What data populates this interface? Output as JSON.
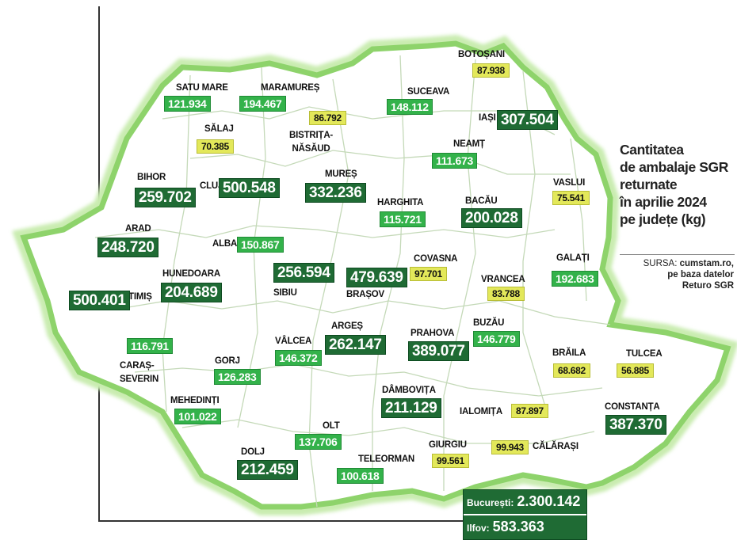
{
  "title": [
    "Cantitatea",
    "de ambalaje SGR",
    "returnate",
    "în aprilie 2024",
    "pe județe (kg)"
  ],
  "source": {
    "prefix": "SURSA: ",
    "site": "cumstam.ro,",
    "line2": "pe baza datelor",
    "line3": "Returo SGR"
  },
  "capital": [
    {
      "name": "București:",
      "value": "2.300.142"
    },
    {
      "name": "Ilfov:",
      "value": "583.363"
    }
  ],
  "colors": {
    "low": "#e3e85a",
    "mid": "#33b24a",
    "high": "#1f6b34",
    "outline": "#8ed36b",
    "border": "#c4d9b8"
  },
  "counties": [
    {
      "name": "SATU MARE",
      "value": "121.934",
      "tier": "light"
    },
    {
      "name": "MARAMUREȘ",
      "value": "194.467",
      "tier": "light"
    },
    {
      "name": "SUCEAVA",
      "value": "148.112",
      "tier": "light"
    },
    {
      "name": "BOTOȘANI",
      "value": "87.938",
      "tier": "yellow"
    },
    {
      "name": "SĂLAJ",
      "value": "70.385",
      "tier": "yellow"
    },
    {
      "name": "BISTRIȚA-NĂSĂUD",
      "value": "86.792",
      "tier": "yellow"
    },
    {
      "name": "IAȘI",
      "value": "307.504",
      "tier": "dark"
    },
    {
      "name": "NEAMȚ",
      "value": "111.673",
      "tier": "light"
    },
    {
      "name": "BIHOR",
      "value": "259.702",
      "tier": "dark"
    },
    {
      "name": "CLUJ",
      "value": "500.548",
      "tier": "dark"
    },
    {
      "name": "MUREȘ",
      "value": "332.236",
      "tier": "dark"
    },
    {
      "name": "VASLUI",
      "value": "75.541",
      "tier": "yellow"
    },
    {
      "name": "HARGHITA",
      "value": "115.721",
      "tier": "light"
    },
    {
      "name": "BACĂU",
      "value": "200.028",
      "tier": "dark"
    },
    {
      "name": "ARAD",
      "value": "248.720",
      "tier": "dark"
    },
    {
      "name": "ALBA",
      "value": "150.867",
      "tier": "light"
    },
    {
      "name": "COVASNA",
      "value": "97.701",
      "tier": "yellow"
    },
    {
      "name": "GALAȚI",
      "value": "192.683",
      "tier": "light"
    },
    {
      "name": "HUNEDOARA",
      "value": "204.689",
      "tier": "dark"
    },
    {
      "name": "SIBIU",
      "value": "256.594",
      "tier": "dark"
    },
    {
      "name": "BRAȘOV",
      "value": "479.639",
      "tier": "dark"
    },
    {
      "name": "VRANCEA",
      "value": "83.788",
      "tier": "yellow"
    },
    {
      "name": "TIMIȘ",
      "value": "500.401",
      "tier": "dark"
    },
    {
      "name": "CARAȘ-SEVERIN",
      "value": "116.791",
      "tier": "light"
    },
    {
      "name": "VÂLCEA",
      "value": "146.372",
      "tier": "light"
    },
    {
      "name": "ARGEȘ",
      "value": "262.147",
      "tier": "dark"
    },
    {
      "name": "PRAHOVA",
      "value": "389.077",
      "tier": "dark"
    },
    {
      "name": "BUZĂU",
      "value": "146.779",
      "tier": "light"
    },
    {
      "name": "BRĂILA",
      "value": "68.682",
      "tier": "yellow"
    },
    {
      "name": "TULCEA",
      "value": "56.885",
      "tier": "yellow"
    },
    {
      "name": "GORJ",
      "value": "126.283",
      "tier": "light"
    },
    {
      "name": "MEHEDINȚI",
      "value": "101.022",
      "tier": "light"
    },
    {
      "name": "DÂMBOVIȚA",
      "value": "211.129",
      "tier": "dark"
    },
    {
      "name": "IALOMIȚA",
      "value": "87.897",
      "tier": "yellow"
    },
    {
      "name": "CONSTANȚA",
      "value": "387.370",
      "tier": "dark"
    },
    {
      "name": "OLT",
      "value": "137.706",
      "tier": "light"
    },
    {
      "name": "GIURGIU",
      "value": "99.561",
      "tier": "yellow"
    },
    {
      "name": "CĂLĂRAȘI",
      "value": "99.943",
      "tier": "yellow"
    },
    {
      "name": "DOLJ",
      "value": "212.459",
      "tier": "dark"
    },
    {
      "name": "TELEORMAN",
      "value": "100.618",
      "tier": "light"
    }
  ]
}
